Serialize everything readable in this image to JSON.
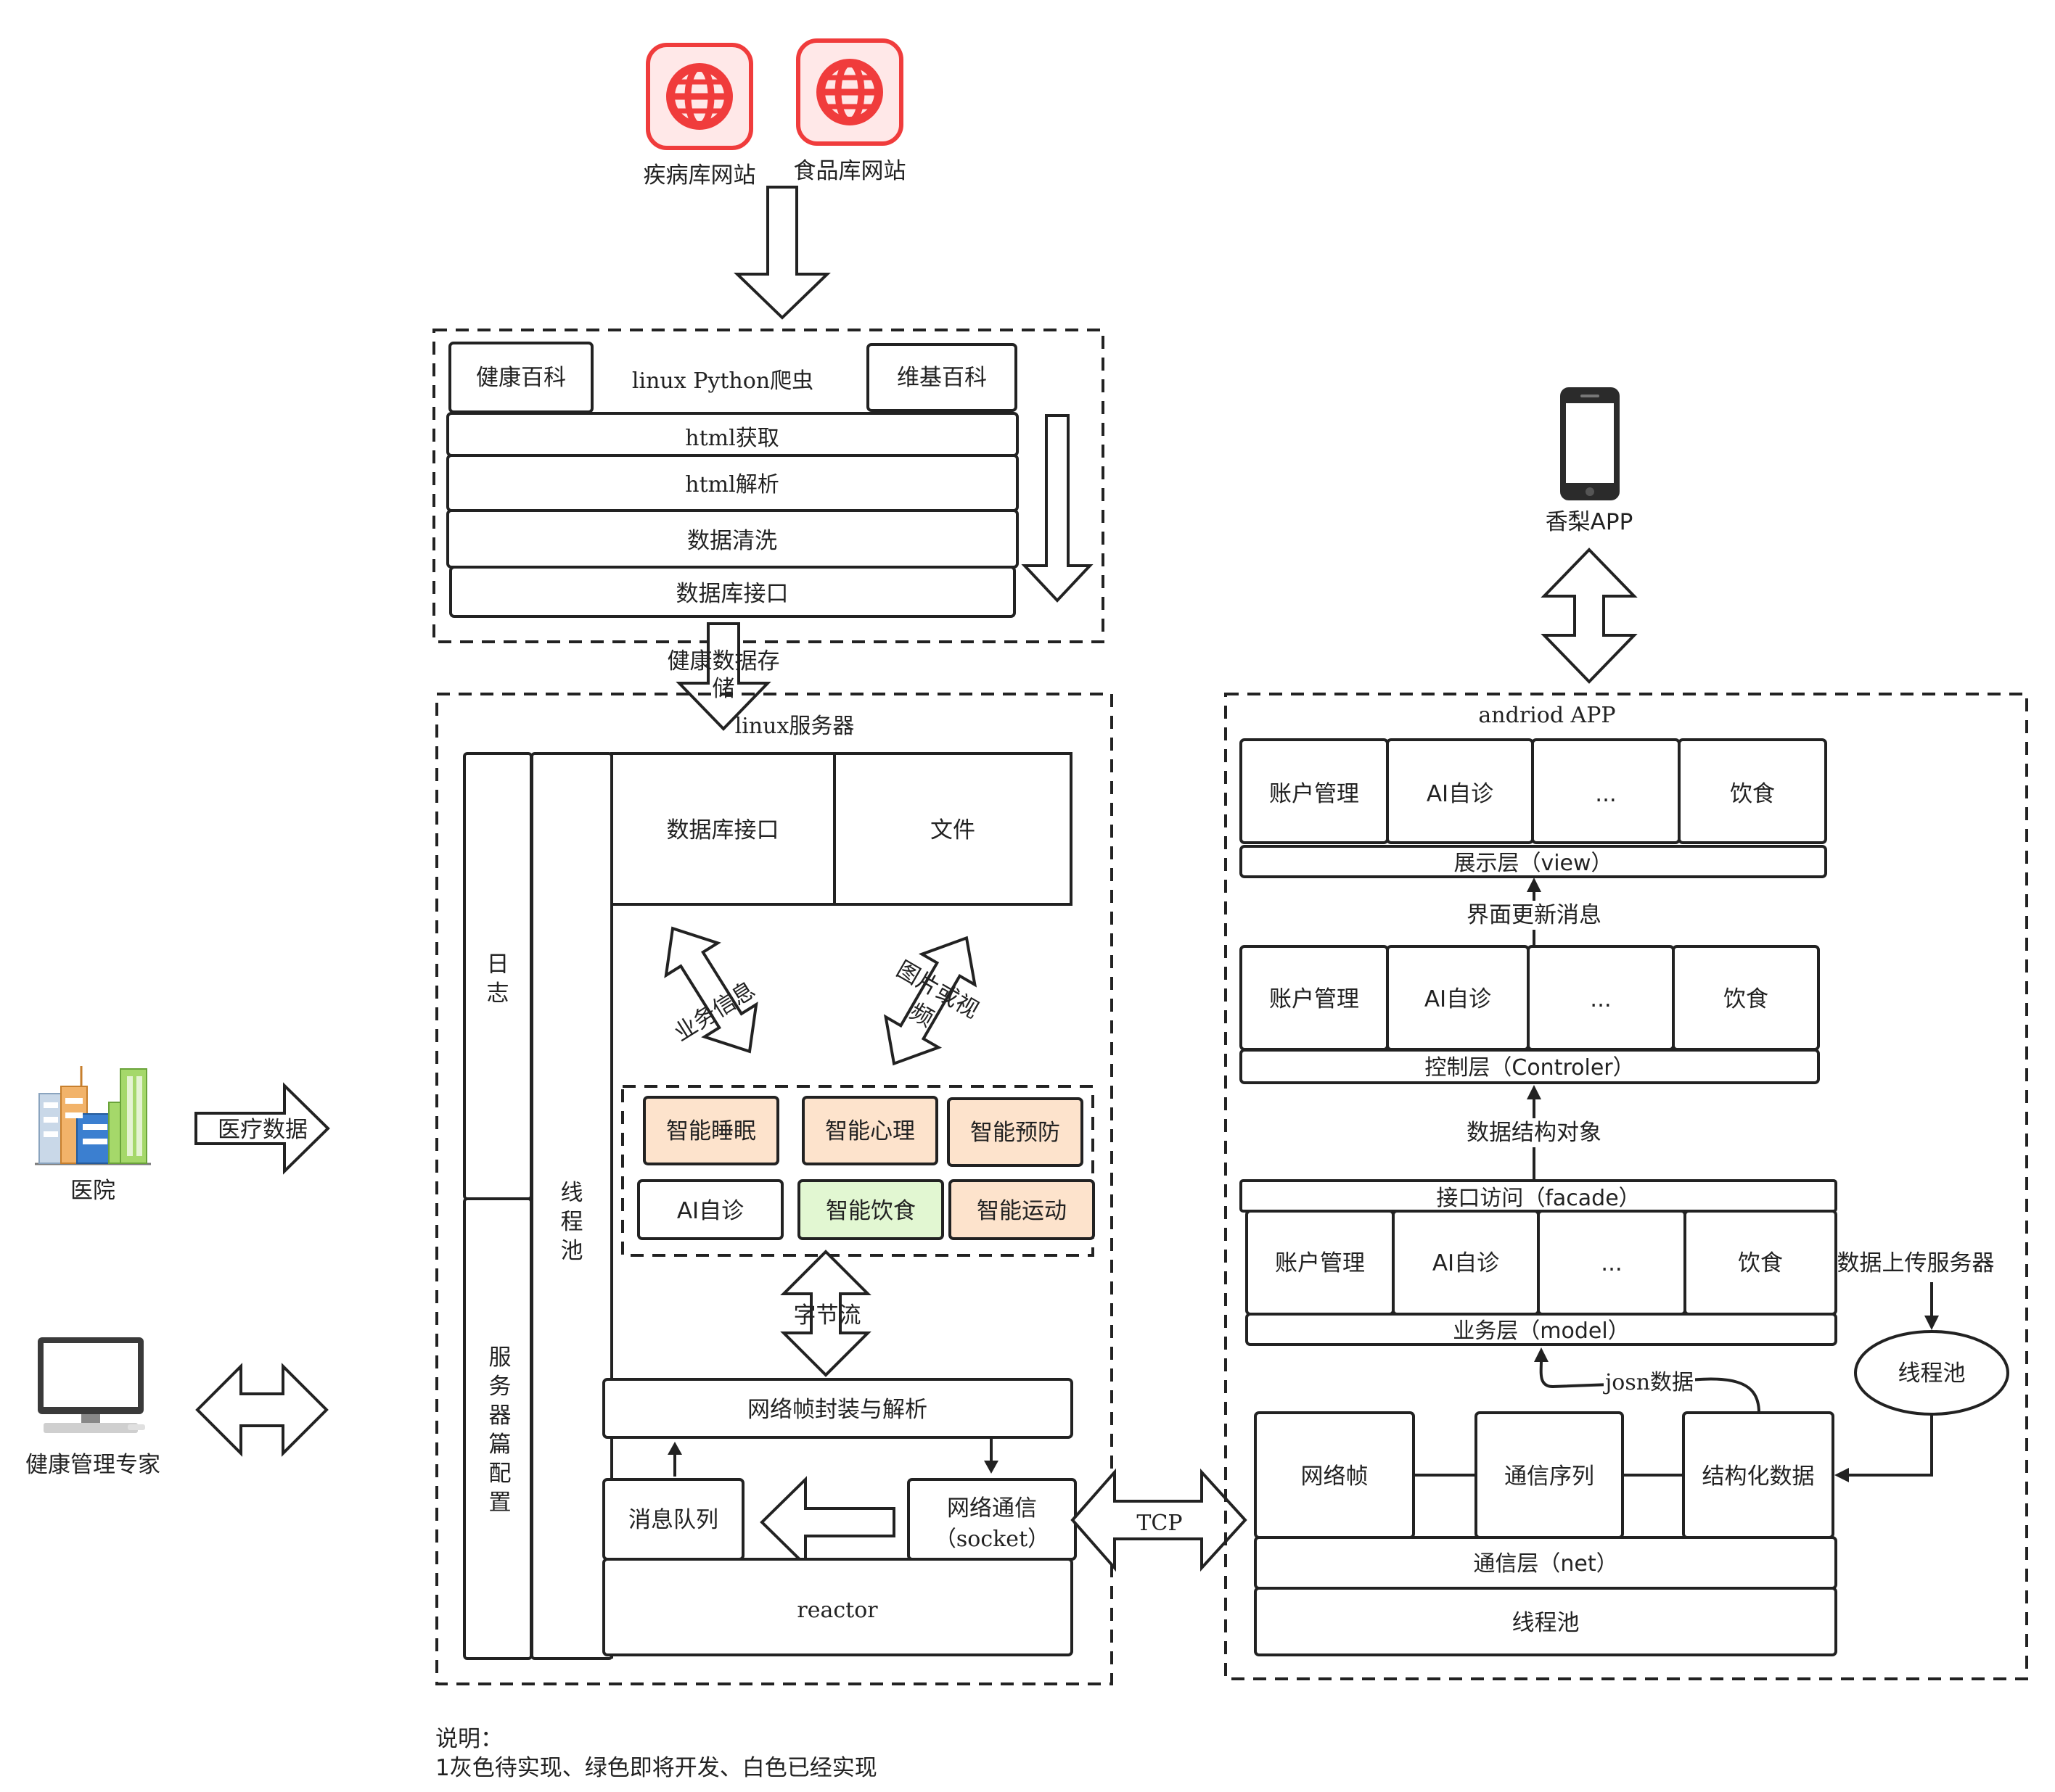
{
  "colors": {
    "web_icon": "#f03c3c",
    "web_icon_bg": "#ffe8e8",
    "orange_box": "#fde3cc",
    "green_box": "#e2f7d2"
  },
  "top_sources": {
    "disease_site": "疾病库网站",
    "food_site": "食品库网站"
  },
  "crawler": {
    "health_wiki": "健康百科",
    "title": "linux Python爬虫",
    "wiki": "维基百科",
    "steps": [
      "html获取",
      "html解析",
      "数据清洗",
      "数据库接口"
    ],
    "storage_arrow_label": [
      "健康数据存",
      "储"
    ]
  },
  "server": {
    "title": "linux服务器",
    "log": "日志",
    "thread_pool": "线程池",
    "config": "服务器篇配置",
    "db_interface": "数据库接口",
    "file": "文件",
    "business_info": "业务信息",
    "image_video": [
      "图片或视",
      "频"
    ],
    "modules": {
      "sleep": "智能睡眠",
      "psych": "智能心理",
      "prevent": "智能预防",
      "ai_diagnose": "AI自诊",
      "diet": "智能饮食",
      "sport": "智能运动"
    },
    "byte_stream": "字节流",
    "frame_codec": "网络帧封装与解析",
    "msg_queue": "消息队列",
    "net_comm": "网络通信",
    "socket": "（socket）",
    "reactor": "reactor"
  },
  "left": {
    "hospital": "医院",
    "medical_data": "医疗数据",
    "expert": "健康管理专家"
  },
  "tcp": "TCP",
  "app": {
    "phone_label": "香梨APP",
    "title": "andriod APP",
    "view_row": [
      "账户管理",
      "AI自诊",
      "...",
      "饮食"
    ],
    "view_layer": "展示层（view）",
    "ui_update": "界面更新消息",
    "ctrl_row": [
      "账户管理",
      "AI自诊",
      "...",
      "饮食"
    ],
    "ctrl_layer": "控制层（Controler）",
    "data_obj": "数据结构对象",
    "facade": "接口访问（facade）",
    "model_row": [
      "账户管理",
      "AI自诊",
      "...",
      "饮食"
    ],
    "model_layer": "业务层（model）",
    "upload": "数据上传服务器",
    "thread_pool_ellipse": "线程池",
    "json_data": "josn数据",
    "net_frame": "网络帧",
    "comm_seq": "通信序列",
    "structured": "结构化数据",
    "net_layer": "通信层（net）",
    "thread_pool_bottom": "线程池"
  },
  "note": {
    "title": "说明：",
    "text": "1灰色待实现、绿色即将开发、白色已经实现"
  }
}
